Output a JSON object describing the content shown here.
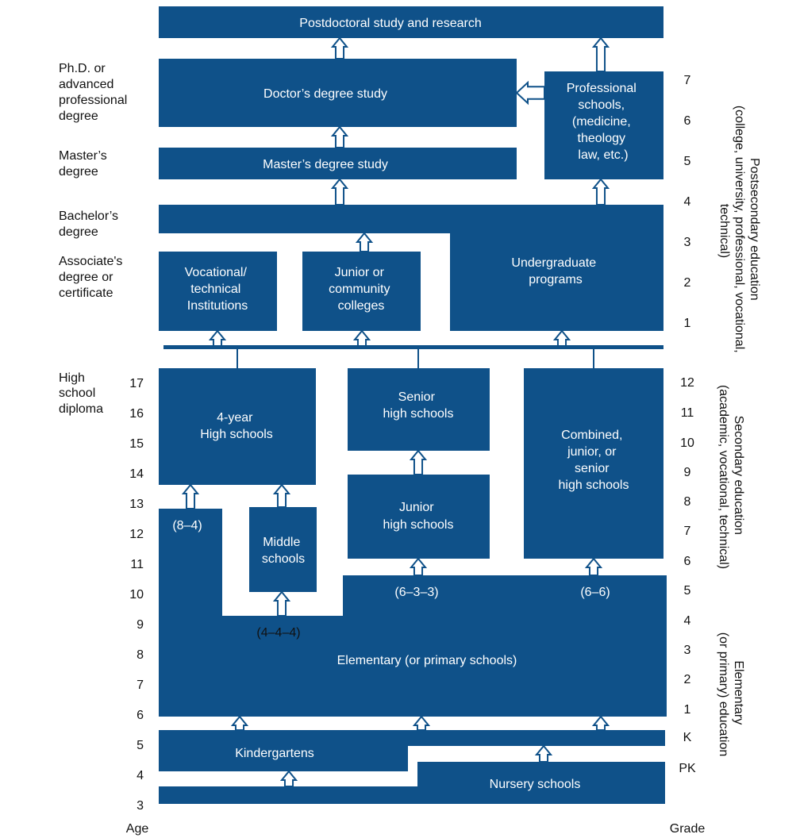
{
  "colors": {
    "box": "#0f5189",
    "text_on_box": "#ffffff",
    "label": "#111111"
  },
  "boxes": {
    "postdoctoral": [
      "Postdoctoral study and research"
    ],
    "doctors": [
      "Doctor’s degree study"
    ],
    "professional": [
      "Professional",
      "schools,",
      "(medicine,",
      "theology",
      "law, etc.)"
    ],
    "masters": [
      "Master’s degree study"
    ],
    "undergraduate": [
      "Undergraduate",
      "programs"
    ],
    "vocational": [
      "Vocational/",
      "technical",
      "Institutions"
    ],
    "junior_colleges": [
      "Junior or",
      "community",
      "colleges"
    ],
    "four_year_hs": [
      "4-year",
      "High schools"
    ],
    "senior_hs": [
      "Senior",
      "high schools"
    ],
    "junior_hs": [
      "Junior",
      "high schools"
    ],
    "combined_hs": [
      "Combined,",
      "junior, or",
      "senior",
      "high schools"
    ],
    "middle": [
      "Middle",
      "schools"
    ],
    "elementary": [
      "Elementary (or primary schools)"
    ],
    "kindergartens": [
      "Kindergartens"
    ],
    "nursery": [
      "Nursery schools"
    ]
  },
  "patterns": {
    "p84": "(8–4)",
    "p444": "(4–4–4)",
    "p633": "(6–3–3)",
    "p66": "(6–6)"
  },
  "degrees": {
    "phd": [
      "Ph.D. or",
      "advanced",
      "professional",
      "degree"
    ],
    "masters": [
      "Master’s",
      "degree"
    ],
    "bachelors": [
      "Bachelor’s",
      "degree"
    ],
    "associate": [
      "Associate's",
      "degree or",
      "certificate"
    ],
    "high_school": [
      "High",
      "school",
      "diploma"
    ]
  },
  "age_axis": {
    "label": "Age",
    "ticks": [
      "17",
      "16",
      "15",
      "14",
      "13",
      "12",
      "11",
      "10",
      "9",
      "8",
      "7",
      "6",
      "5",
      "4",
      "3"
    ]
  },
  "grade_axis": {
    "label": "Grade",
    "ticks": [
      "7",
      "6",
      "5",
      "4",
      "3",
      "2",
      "1",
      "12",
      "11",
      "10",
      "9",
      "8",
      "7",
      "6",
      "5",
      "4",
      "3",
      "2",
      "1",
      "K",
      "PK"
    ]
  },
  "levels": {
    "postsecondary": [
      "Postsecondary education",
      "(college, university, professional, vocational,",
      "technical)"
    ],
    "secondary": [
      "Secondary education",
      "(academic, vocational, technical)"
    ],
    "elementary": [
      "Elementary",
      "(or primary) education"
    ]
  }
}
